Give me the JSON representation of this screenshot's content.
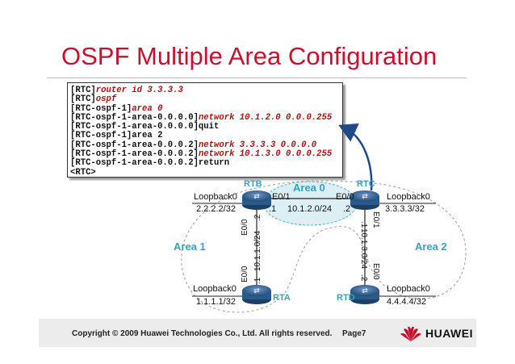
{
  "title": "OSPF Multiple Area Configuration",
  "cli": {
    "lines": [
      {
        "prompt": "[RTC]",
        "cmd": "router id 3.3.3.3"
      },
      {
        "prompt": "[RTC]",
        "cmd": "ospf"
      },
      {
        "prompt": "[RTC-ospf-1]",
        "cmd": "area 0"
      },
      {
        "prompt": "[RTC-ospf-1-area-0.0.0.0]",
        "cmd": "network 10.1.2.0 0.0.0.255"
      },
      {
        "prompt": "[RTC-ospf-1-area-0.0.0.0]quit",
        "cmd": ""
      },
      {
        "prompt": "[RTC-ospf-1]area 2",
        "cmd": ""
      },
      {
        "prompt": "[RTC-ospf-1-area-0.0.0.2]",
        "cmd": "network 3.3.3.3 0.0.0.0"
      },
      {
        "prompt": "[RTC-ospf-1-area-0.0.0.2]",
        "cmd": "network 10.1.3.0 0.0.0.255"
      },
      {
        "prompt": "[RTC-ospf-1-area-0.0.0.2]return",
        "cmd": ""
      },
      {
        "prompt": "<RTC>",
        "cmd": ""
      }
    ]
  },
  "diagram": {
    "routers": {
      "rtb": "RTB",
      "rtc": "RTC",
      "rta": "RTA",
      "rtd": "RTD"
    },
    "areas": {
      "area0": "Area 0",
      "area1": "Area 1",
      "area2": "Area 2"
    },
    "loopbacks": {
      "rtb_label": "Loopback0",
      "rtb_addr": "2.2.2.2/32",
      "rtc_label": "Loopback0",
      "rtc_addr": "3.3.3.3/32",
      "rta_label": "Loopback0",
      "rta_addr": "1.1.1.1/32",
      "rtd_label": "Loopback0",
      "rtd_addr": "4.4.4.4/32"
    },
    "links": {
      "bc_subnet": "10.1.2.0/24",
      "bc_b_if": "E0/1",
      "bc_c_if": "E0/0",
      "bc_b_host": ".1",
      "bc_c_host": ".2",
      "ab_subnet": "10.1.1.0/24",
      "ab_b_if": "E0/0",
      "ab_a_if": "E0/0",
      "ab_b_host": ".2",
      "ab_a_host": ".1",
      "cd_subnet": "10.1.3.0/24",
      "cd_c_if": "E0/1",
      "cd_d_if": "E0/0",
      "cd_c_host": ".1",
      "cd_d_host": ".2"
    },
    "colors": {
      "area_text": "#3aa0b8",
      "router": "#2f5d8f",
      "accent": "#c8102e"
    }
  },
  "footer": {
    "copyright": "Copyright © 2009 Huawei Technologies Co., Ltd. All rights reserved.",
    "page": "Page7",
    "brand": "HUAWEI"
  }
}
